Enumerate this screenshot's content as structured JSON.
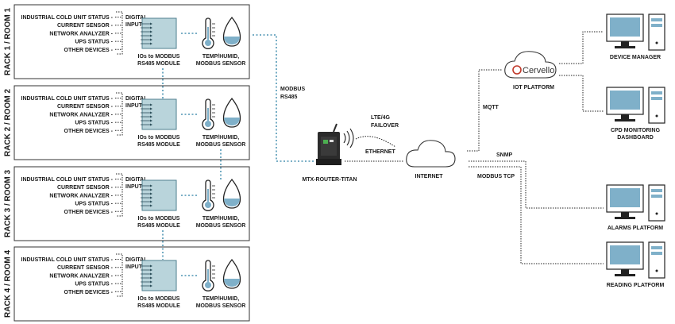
{
  "racks": [
    {
      "label": "RACK 1 / ROOM 1"
    },
    {
      "label": "RACK 2 / ROOM 2"
    },
    {
      "label": "RACK 3 / ROOM 3"
    },
    {
      "label": "RACK 4 / ROOM 4"
    }
  ],
  "signals": [
    "INDUSTRIAL COLD UNIT STATUS -",
    "CURRENT SENSOR -",
    "NETWORK ANALYZER -",
    "UPS STATUS -",
    "OTHER DEVICES -"
  ],
  "digital_inputs": [
    "DIGITAL",
    "INPUTS"
  ],
  "module_label": [
    "IOs to MODBUS",
    "RS485 MODULE"
  ],
  "sensor_label": [
    "TEMP/HUMID,",
    "MODBUS SENSOR"
  ],
  "modbus_label": [
    "MODBUS",
    "RS485"
  ],
  "router_label": "MTX-ROUTER-TITAN",
  "lte_label": [
    "LTE/4G",
    "FAILOVER"
  ],
  "ethernet_label": "ETHERNET",
  "internet_label": "INTERNET",
  "mqtt_label": "MQTT",
  "snmp_label": "SNMP",
  "modbus_tcp_label": "MODBUS TCP",
  "cervello_logo": "Cervello",
  "iot_label": "IOT PLATFORM",
  "pcs": [
    {
      "label": [
        "DEVICE MANAGER"
      ]
    },
    {
      "label": [
        "CPD MONITORING",
        "DASHBOARD"
      ]
    },
    {
      "label": [
        "ALARMS PLATFORM"
      ]
    },
    {
      "label": [
        "READING PLATFORM"
      ]
    }
  ],
  "colors": {
    "accent": "#2a7fa3",
    "module": "#b9d4db",
    "drop": "#7fb0c9"
  }
}
